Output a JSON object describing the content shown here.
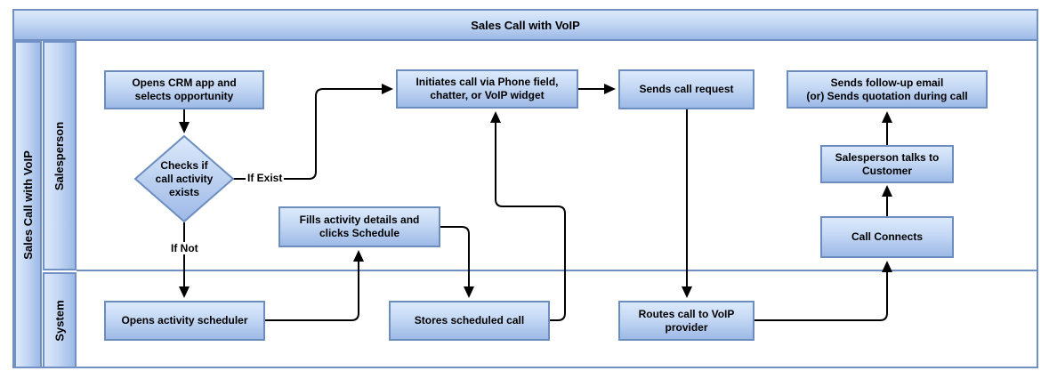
{
  "pool": {
    "title": "Sales Call with VoIP",
    "side_label": "Sales Call with VoIP"
  },
  "lanes": {
    "salesperson": "Salesperson",
    "system": "System"
  },
  "nodes": {
    "opens_crm": {
      "label": "Opens CRM app and\nselects opportunity"
    },
    "checks_activity": {
      "label": "Checks if\ncall activity\nexists"
    },
    "initiates_call": {
      "label": "Initiates call via Phone field,\nchatter, or VoIP widget"
    },
    "sends_call_request": {
      "label": "Sends call request"
    },
    "sends_followup": {
      "label": "Sends follow-up email\n(or) Sends quotation during call"
    },
    "salesperson_talks": {
      "label": "Salesperson talks to\nCustomer"
    },
    "call_connects": {
      "label": "Call Connects"
    },
    "fills_activity": {
      "label": "Fills activity details and\nclicks Schedule"
    },
    "opens_scheduler": {
      "label": "Opens activity scheduler"
    },
    "stores_call": {
      "label": "Stores scheduled call"
    },
    "routes_call": {
      "label": "Routes call to VoIP\nprovider"
    }
  },
  "edge_labels": {
    "if_exist": "If Exist",
    "if_not": "If Not"
  },
  "colors": {
    "node_fill_top": "#dce9fb",
    "node_fill_bottom": "#9db9e6",
    "node_border": "#6c8ebf",
    "pool_border": "#7191c5",
    "connector": "#000000",
    "text": "#000000"
  }
}
